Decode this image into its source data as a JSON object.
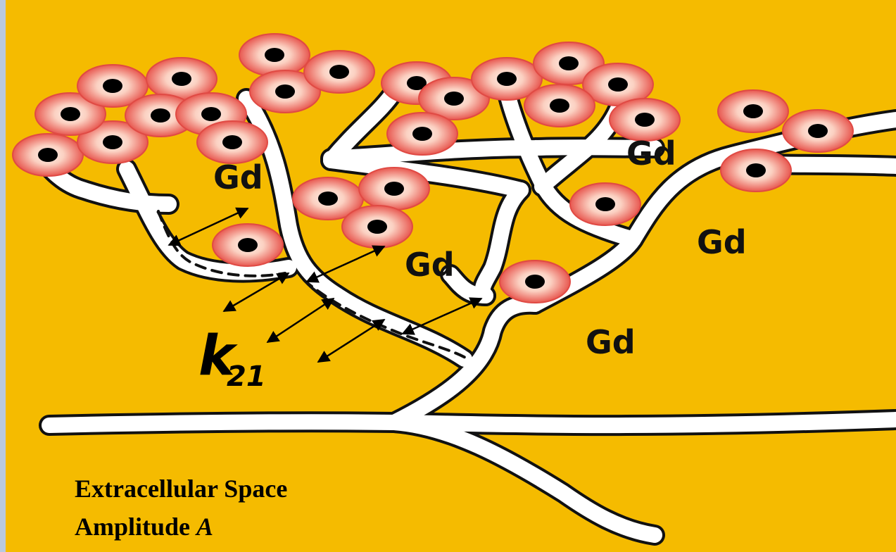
{
  "diagram": {
    "colors": {
      "background": "#f5bb00",
      "frame": "#b9c9df",
      "vessel": "#ffffff",
      "vessel_outline": "#111111",
      "cell_outer": "#e85850",
      "cell_inner": "#fbd1c2",
      "nucleus": "#000000",
      "arrow": "#000000"
    },
    "gd_labels": [
      "Gd",
      "Gd",
      "Gd",
      "Gd",
      "Gd"
    ],
    "rate_constant": {
      "symbol": "k",
      "subscript": "21"
    },
    "caption": {
      "line1": "Extracellular Space",
      "line2_prefix": "Amplitude ",
      "line2_var": "A"
    }
  }
}
